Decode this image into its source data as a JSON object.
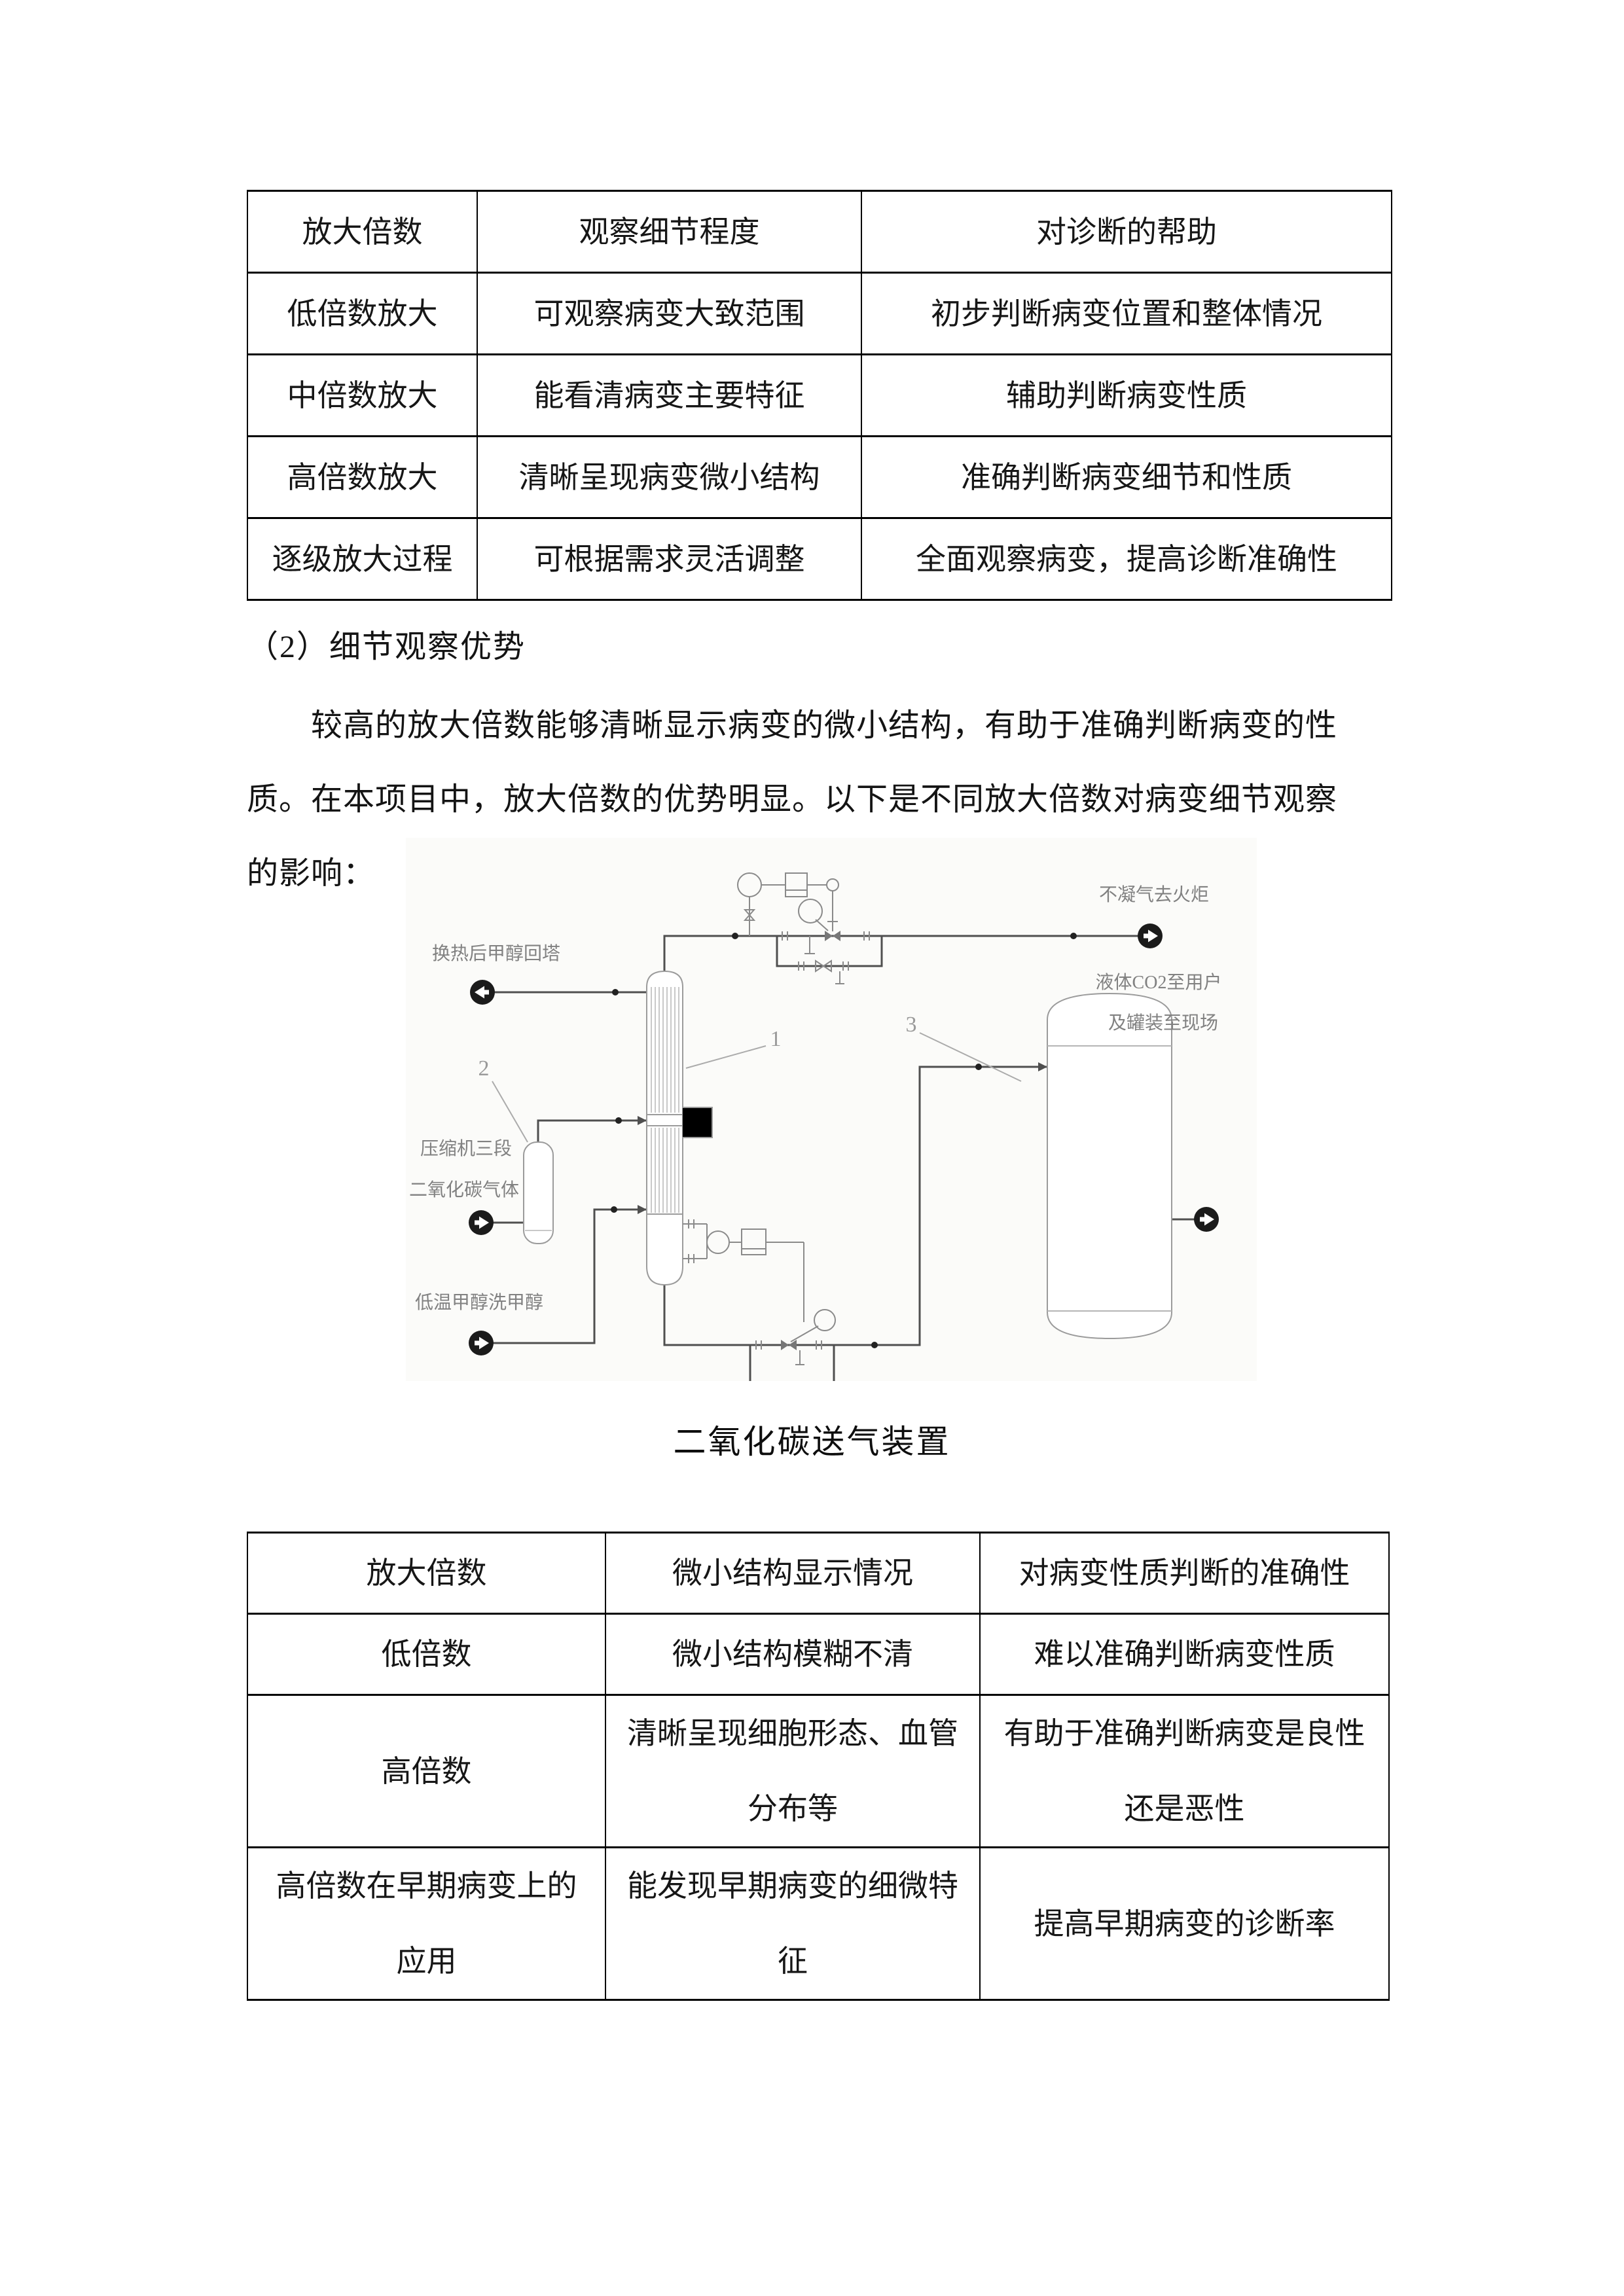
{
  "table1": {
    "headers": [
      "放大倍数",
      "观察细节程度",
      "对诊断的帮助"
    ],
    "rows": [
      [
        "低倍数放大",
        "可观察病变大致范围",
        "初步判断病变位置和整体情况"
      ],
      [
        "中倍数放大",
        "能看清病变主要特征",
        "辅助判断病变性质"
      ],
      [
        "高倍数放大",
        "清晰呈现病变微小结构",
        "准确判断病变细节和性质"
      ],
      [
        "逐级放大过程",
        "可根据需求灵活调整",
        "全面观察病变，提高诊断准确性"
      ]
    ]
  },
  "section": {
    "heading": "（2）细节观察优势",
    "paragraph": "　　较高的放大倍数能够清晰显示病变的微小结构，有助于准确判断病变的性\n质。在本项目中，放大倍数的优势明显。以下是不同放大倍数对病变细节观察\n的影响："
  },
  "diagram": {
    "caption": "二氧化碳送气装置",
    "labels": {
      "flare": "不凝气去火炬",
      "methanol_return": "换热后甲醇回塔",
      "co2_user_line1": "液体CO2至用户",
      "co2_user_line2": "及罐装至现场",
      "compressor_line1": "压缩机三段",
      "compressor_line2": "二氧化碳气体",
      "methanol_wash": "低温甲醇洗甲醇",
      "num1": "1",
      "num2": "2",
      "num3": "3"
    }
  },
  "table2": {
    "headers": [
      "放大倍数",
      "微小结构显示情况",
      "对病变性质判断的准确性"
    ],
    "rows": [
      [
        "低倍数",
        "微小结构模糊不清",
        "难以准确判断病变性质"
      ],
      [
        "高倍数",
        "清晰呈现细胞形态、血管\n分布等",
        "有助于准确判断病变是良性\n还是恶性"
      ],
      [
        "高倍数在早期病变上的\n应用",
        "能发现早期病变的细微特\n征",
        "提高早期病变的诊断率"
      ]
    ]
  }
}
